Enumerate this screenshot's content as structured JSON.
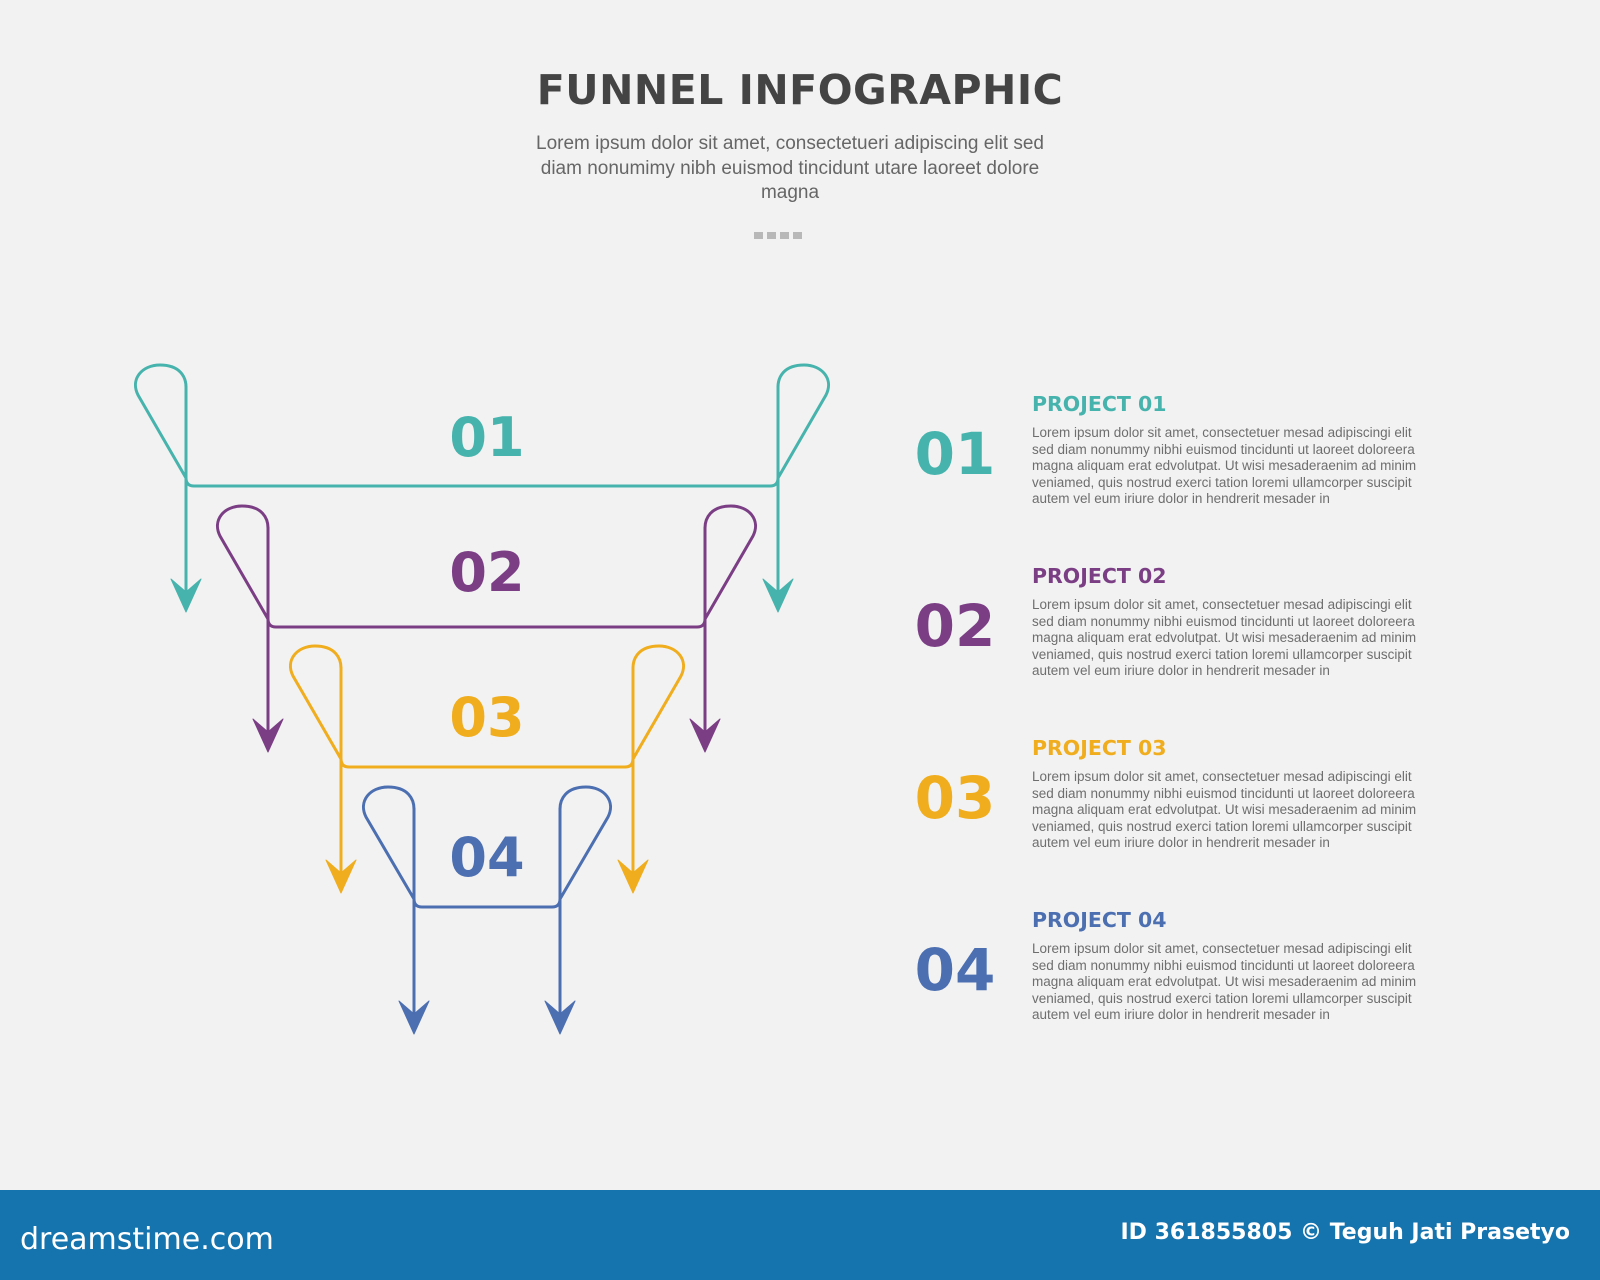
{
  "title": "FUNNEL INFOGRAPHIC",
  "subtitle": "Lorem ipsum dolor sit amet, consectetueri adipiscing elit sed diam nonumimy nibh euismod tincidunt utare laoreet dolore magna",
  "funnel": {
    "levels": [
      {
        "label": "01",
        "color": "#46b3ad"
      },
      {
        "label": "02",
        "color": "#7b3e85"
      },
      {
        "label": "03",
        "color": "#f0ad1d"
      },
      {
        "label": "04",
        "color": "#4c6fb1"
      }
    ]
  },
  "projects": [
    {
      "number": "01",
      "heading": "PROJECT 01",
      "color": "#46b3ad",
      "lines": [
        "Lorem ipsum dolor sit amet, consectetuer mesad adipiscingi elit",
        "sed diam nonummy nibhi euismod tincidunti ut laoreet doloreera",
        "magna aliquam erat edvolutpat. Ut wisi mesaderaenim ad minim",
        "veniamed, quis nostrud exerci tation loremi ullamcorper suscipit",
        "autem vel eum iriure dolor in hendrerit mesader in"
      ]
    },
    {
      "number": "02",
      "heading": "PROJECT 02",
      "color": "#7b3e85",
      "lines": [
        "Lorem ipsum dolor sit amet, consectetuer mesad adipiscingi elit",
        "sed diam nonummy nibhi euismod tincidunti ut laoreet doloreera",
        "magna aliquam erat edvolutpat. Ut wisi mesaderaenim ad minim",
        "veniamed, quis nostrud exerci tation loremi ullamcorper suscipit",
        "autem vel eum iriure dolor in hendrerit mesader in"
      ]
    },
    {
      "number": "03",
      "heading": "PROJECT 03",
      "color": "#f0ad1d",
      "lines": [
        "Lorem ipsum dolor sit amet, consectetuer mesad adipiscingi elit",
        "sed diam nonummy nibhi euismod tincidunti ut laoreet doloreera",
        "magna aliquam erat edvolutpat. Ut wisi mesaderaenim ad minim",
        "veniamed, quis nostrud exerci tation loremi ullamcorper suscipit",
        "autem vel eum iriure dolor in hendrerit mesader in"
      ]
    },
    {
      "number": "04",
      "heading": "PROJECT 04",
      "color": "#4c6fb1",
      "lines": [
        "Lorem ipsum dolor sit amet, consectetuer mesad adipiscingi elit",
        "sed diam nonummy nibhi euismod tincidunti ut laoreet doloreera",
        "magna aliquam erat edvolutpat. Ut wisi mesaderaenim ad minim",
        "veniamed, quis nostrud exerci tation loremi ullamcorper suscipit",
        "autem vel eum iriure dolor in hendrerit mesader in"
      ]
    }
  ],
  "footer": {
    "brand": "dreamstime.com",
    "credit": "ID 361855805 © Teguh Jati Prasetyo",
    "color": "#1573ae"
  }
}
